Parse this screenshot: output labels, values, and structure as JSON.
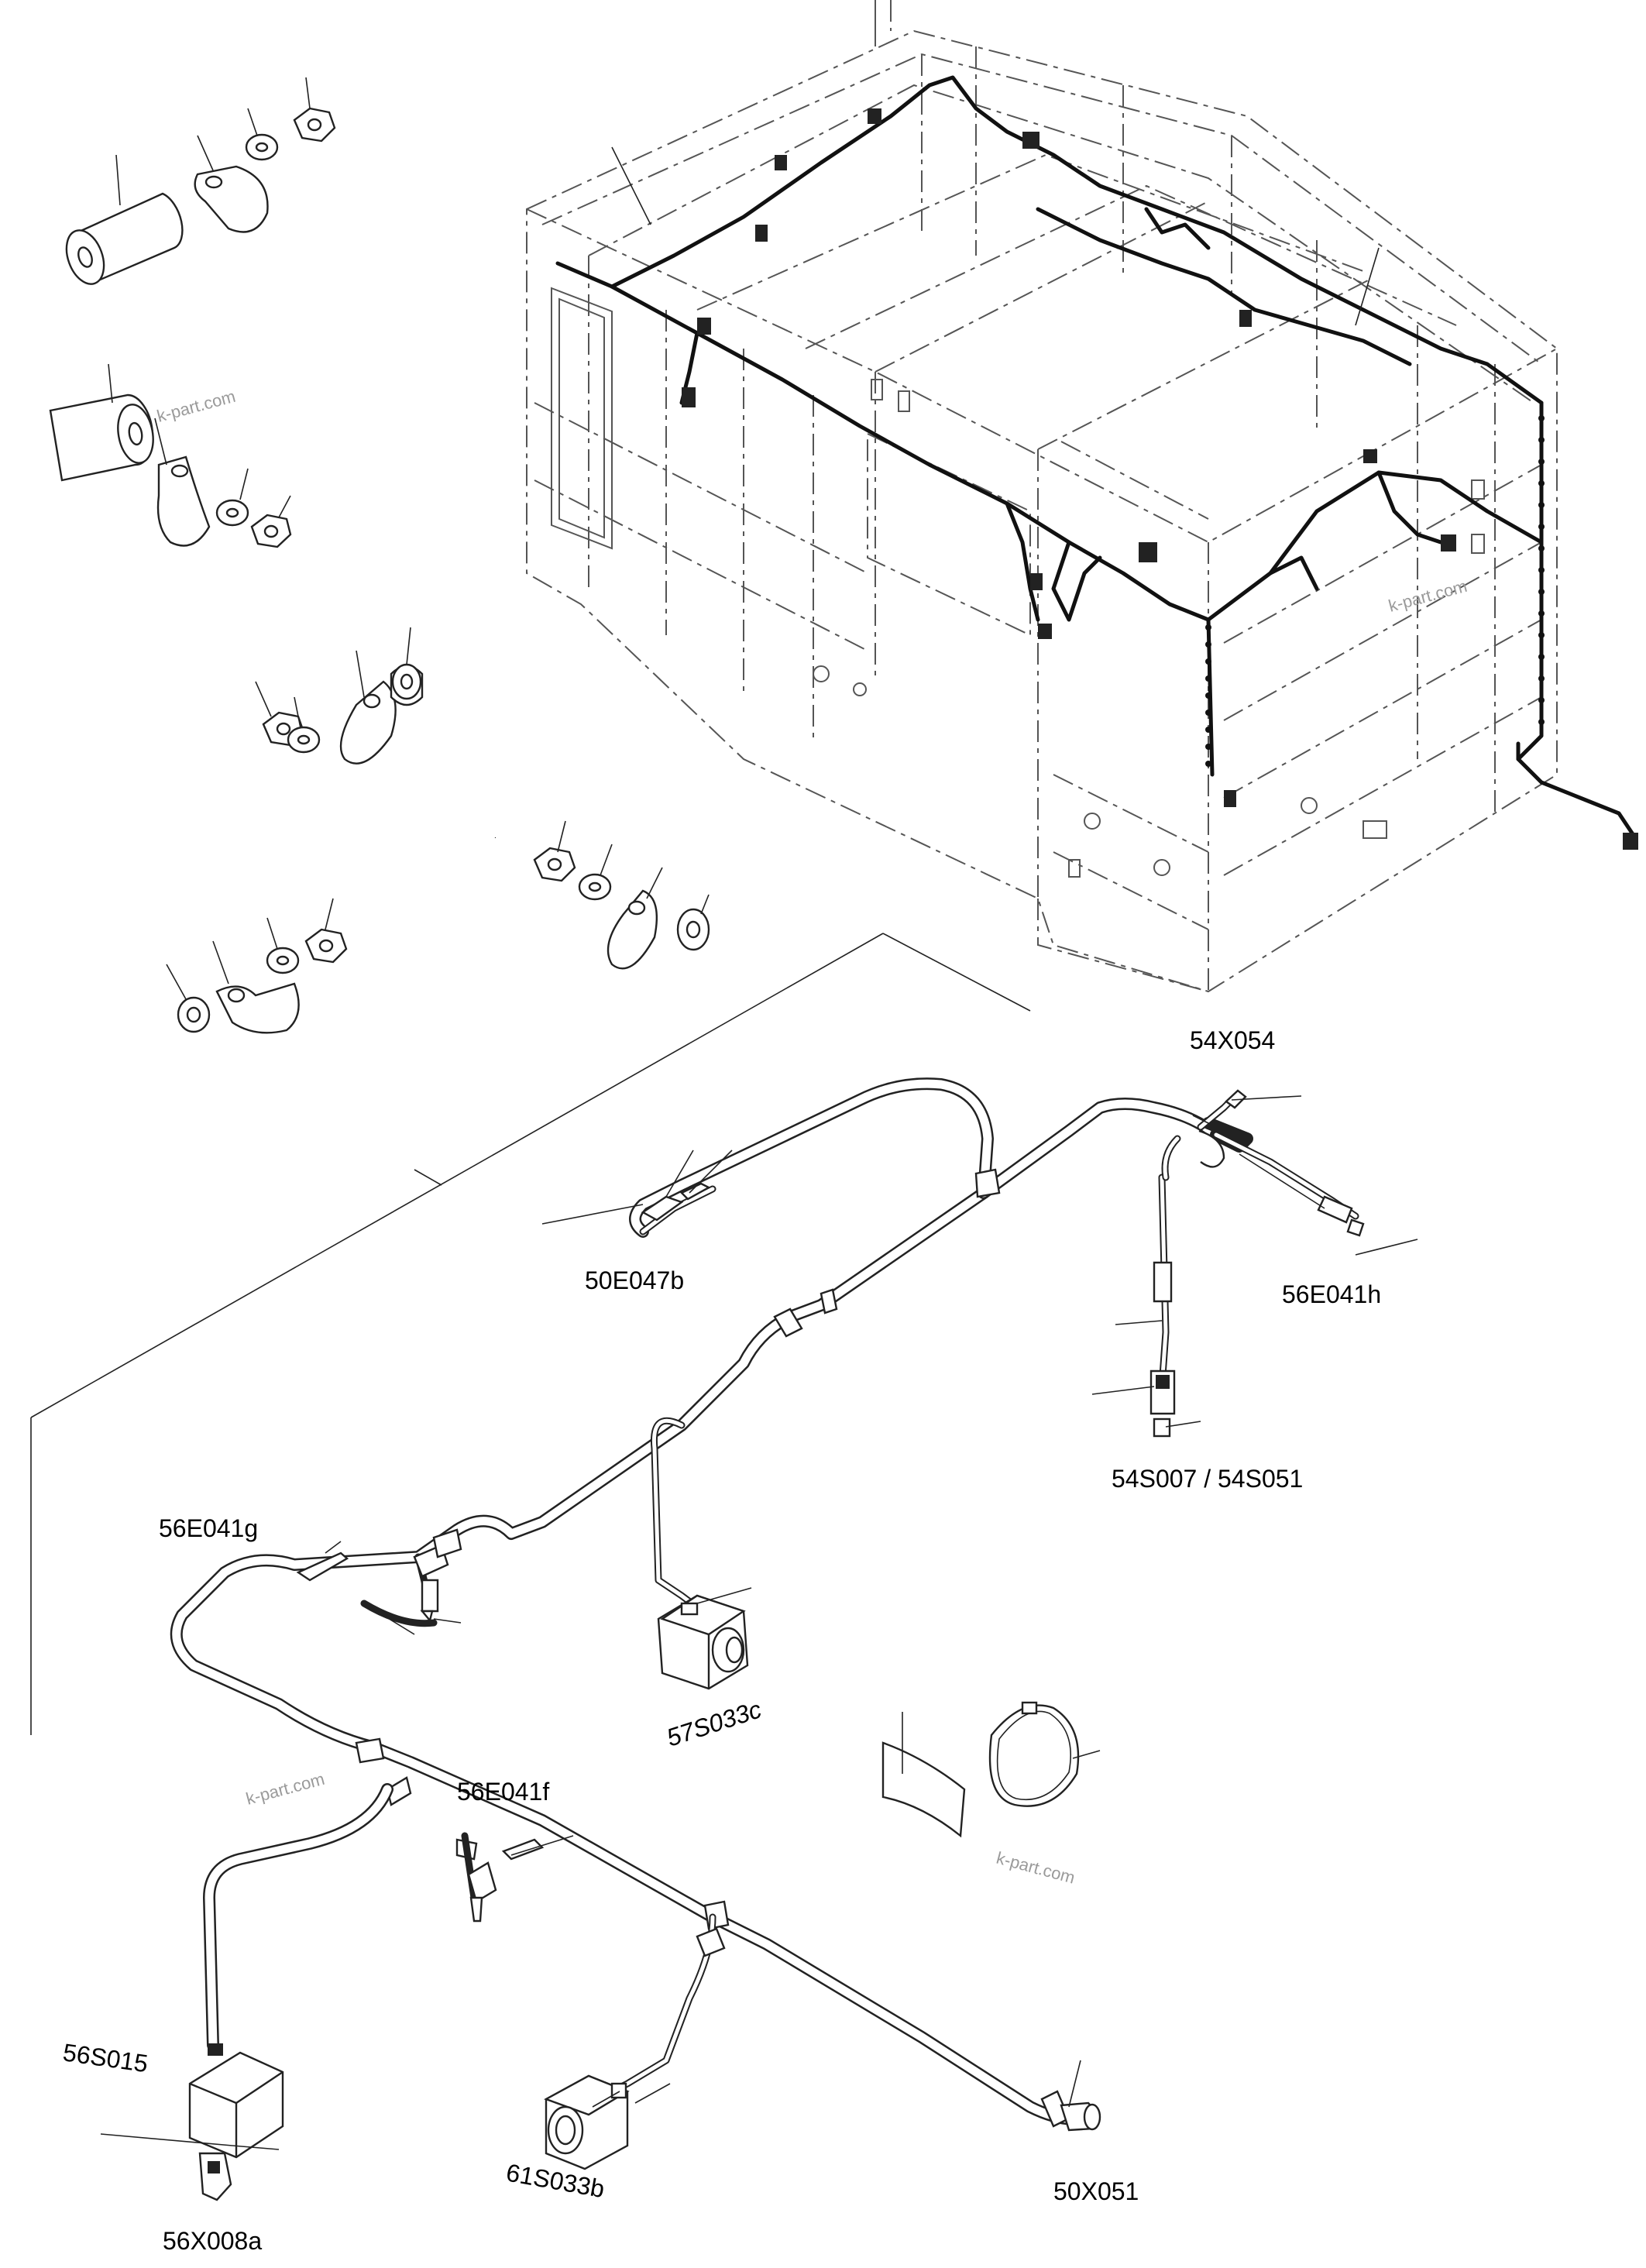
{
  "labels": {
    "l54x054": "54X054",
    "l50e047b": "50E047b",
    "l56e041h": "56E041h",
    "l54s007": "54S007 / 54S051",
    "l56e041g": "56E041g",
    "l57s033c": "57S033c",
    "l56e041f": "56E041f",
    "l56s015": "56S015",
    "l50x051": "50X051",
    "l61s033b": "61S033b",
    "l56x008a": "56X008a"
  },
  "watermarks": {
    "w1": "k-part.com",
    "w2": "k-part.com",
    "w3": "k-part.com",
    "w4": "k-part.com"
  }
}
